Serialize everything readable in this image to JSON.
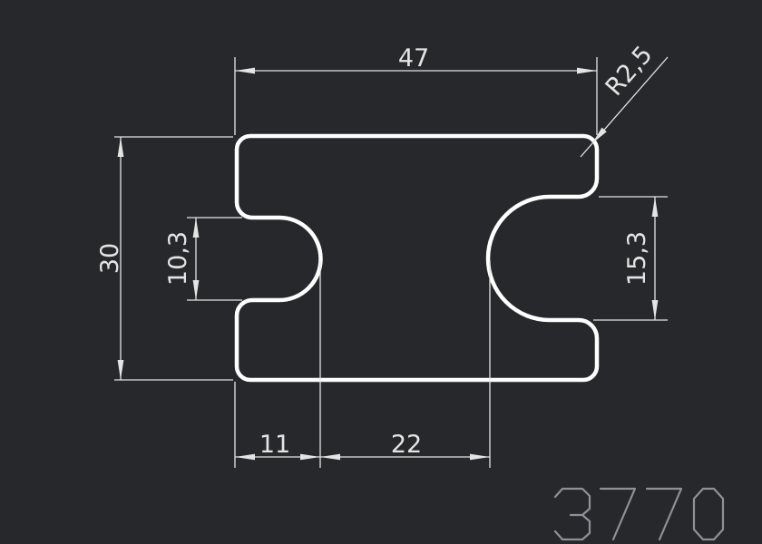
{
  "drawing": {
    "part_number": "3770",
    "dimensions": {
      "top_width": "47",
      "corner_radius": "R2,5",
      "overall_height": "30",
      "left_slot_height": "10,3",
      "right_slot_height": "15,3",
      "bottom_left_width": "11",
      "bottom_middle_width": "22"
    },
    "colors": {
      "background": "#26282b",
      "outline": "#ffffff",
      "dimension_lines": "#e4e4e4",
      "part_number_text": "#8e9297"
    }
  }
}
